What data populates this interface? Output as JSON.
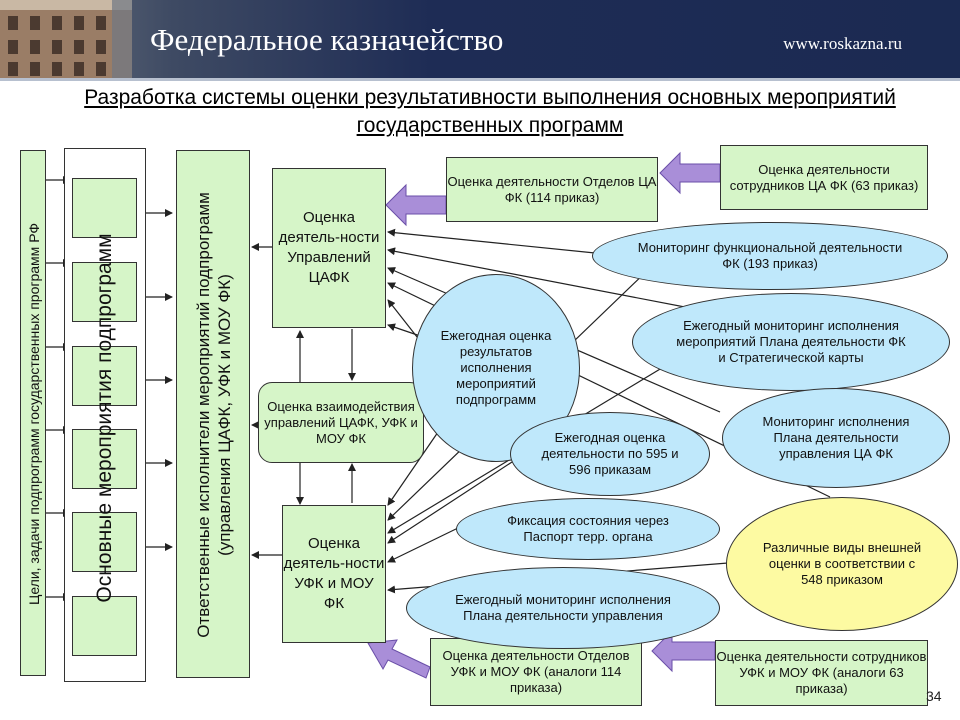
{
  "header": {
    "org_name": "Федеральное казначейство",
    "url": "www.roskazna.ru"
  },
  "title": "Разработка системы оценки результативности выполнения основных мероприятий государственных программ",
  "left_column": {
    "goals": "Цели, задачи подпрограмм государственных программ РФ",
    "main_activities": "Основные мероприятия подпрограмм",
    "executors": "Ответственные исполнители мероприятий подпрограмм (управления ЦАФК, УФК и МОУ ФК)"
  },
  "boxes": {
    "eval_cafk": "Оценка деятель-ности Управлений ЦАФК",
    "eval_interaction": "Оценка взаимодействия управлений ЦАФК, УФК и МОУ ФК",
    "eval_ufk": "Оценка деятель-ности УФК и МОУ ФК",
    "eval_depts_ca": "Оценка деятельности Отделов ЦА ФК (114 приказ)",
    "eval_staff_ca": "Оценка деятельности сотрудников ЦА ФК (63 приказ)",
    "eval_depts_ufk": "Оценка деятельности Отделов УФК и МОУ ФК (аналоги 114 приказа)",
    "eval_staff_ufk": "Оценка деятельности сотрудников УФК и МОУ ФК (аналоги 63 приказа)"
  },
  "ellipses": {
    "functional_monitoring": "Мониторинг функциональной деятельности ФК (193 приказ)",
    "annual_results": "Ежегодная оценка результатов исполнения мероприятий подпрограмм",
    "annual_plan_monitoring": "Ежегодный мониторинг исполнения мероприятий Плана деятельности ФК и Стратегической карты",
    "plan_monitoring_ca": "Мониторинг исполнения Плана деятельности управления ЦА ФК",
    "annual_595": "Ежегодная оценка деятельности по 595 и 596 приказам",
    "passport_fixation": "Фиксация состояния через Паспорт терр. органа",
    "annual_plan_ufk": "Ежегодный мониторинг исполнения Плана деятельности управления",
    "external_eval": "Различные виды внешней оценки в соответствии с 548 приказом"
  },
  "page_number": "34",
  "colors": {
    "box_green": "#d6f5c8",
    "ellipse_blue": "#bfe8fb",
    "ellipse_yellow": "#fdfaa2",
    "arrow_purple": "#a98ed8",
    "header_navy": "#1b2a52"
  }
}
